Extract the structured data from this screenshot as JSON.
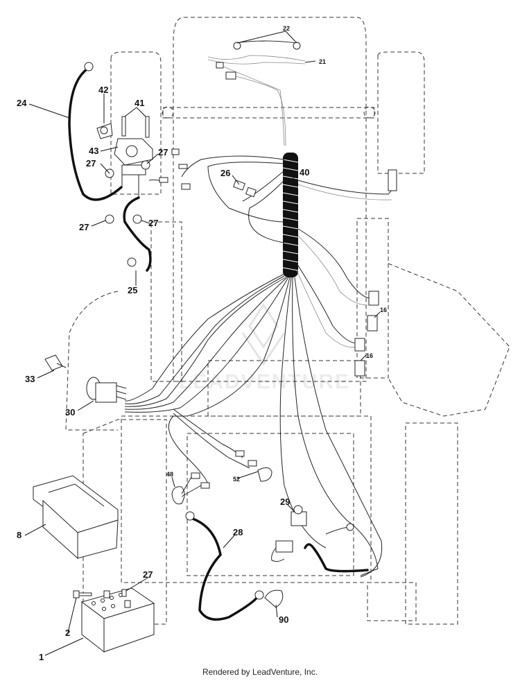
{
  "diagram": {
    "callouts": [
      {
        "id": "c22",
        "text": "22"
      },
      {
        "id": "c21",
        "text": "21"
      },
      {
        "id": "c24",
        "text": "24"
      },
      {
        "id": "c42",
        "text": "42"
      },
      {
        "id": "c41",
        "text": "41"
      },
      {
        "id": "c43",
        "text": "43"
      },
      {
        "id": "c27a",
        "text": "27"
      },
      {
        "id": "c27b",
        "text": "27"
      },
      {
        "id": "c27c",
        "text": "27"
      },
      {
        "id": "c27d",
        "text": "27"
      },
      {
        "id": "c27e",
        "text": "27"
      },
      {
        "id": "c26",
        "text": "26"
      },
      {
        "id": "c40",
        "text": "40"
      },
      {
        "id": "c25",
        "text": "25"
      },
      {
        "id": "c16a",
        "text": "16"
      },
      {
        "id": "c16b",
        "text": "16"
      },
      {
        "id": "c33",
        "text": "33"
      },
      {
        "id": "c30",
        "text": "30"
      },
      {
        "id": "c48",
        "text": "48"
      },
      {
        "id": "c52",
        "text": "52"
      },
      {
        "id": "c29",
        "text": "29"
      },
      {
        "id": "c8",
        "text": "8"
      },
      {
        "id": "c28",
        "text": "28"
      },
      {
        "id": "c2",
        "text": "2"
      },
      {
        "id": "c90",
        "text": "90"
      },
      {
        "id": "c1",
        "text": "1"
      }
    ],
    "watermark": "LEADVENTURE",
    "footer": "Rendered by LeadVenture, Inc."
  }
}
